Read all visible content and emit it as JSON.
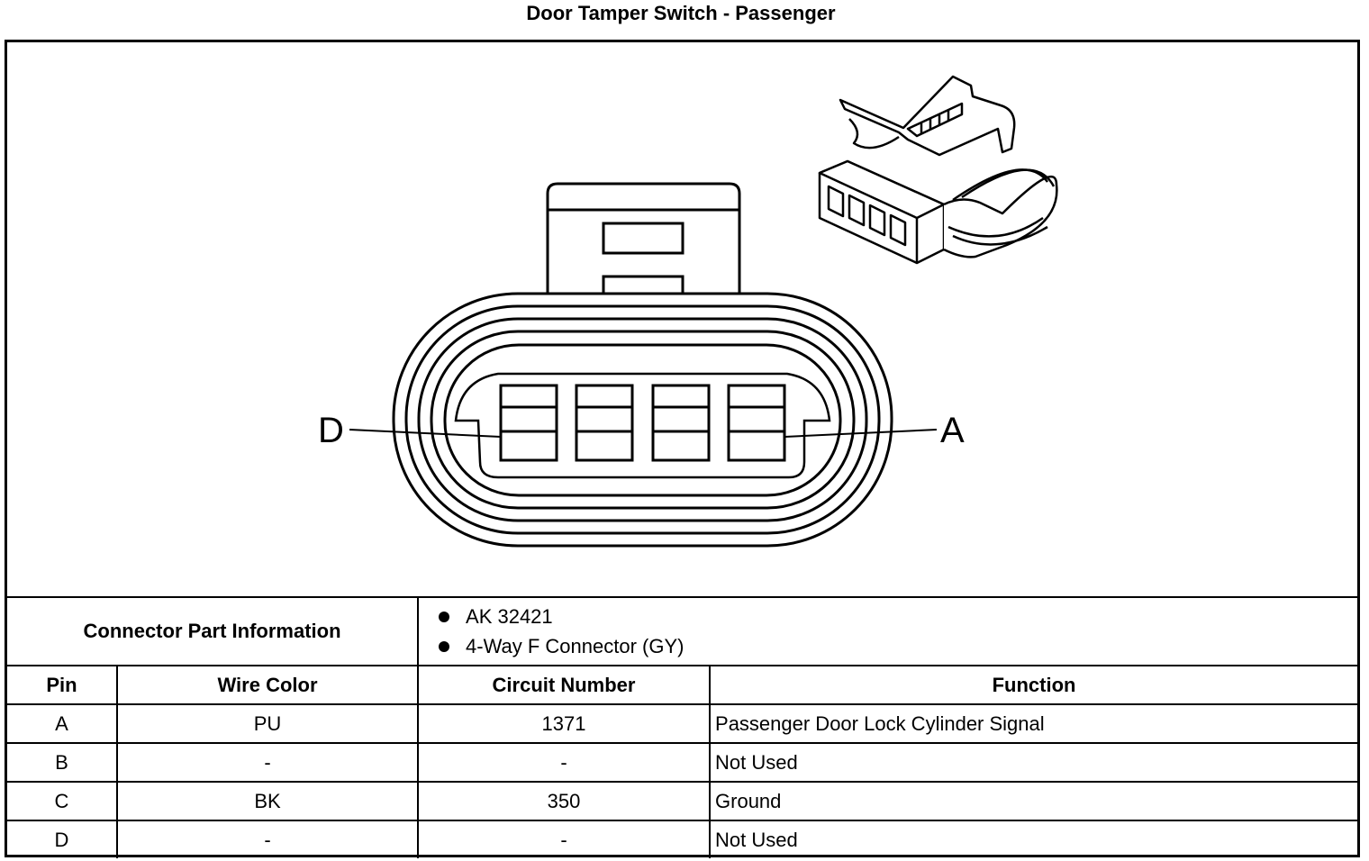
{
  "title": "Door Tamper Switch - Passenger",
  "pin_labels": {
    "left": "D",
    "right": "A"
  },
  "connector_info": {
    "label": "Connector Part Information",
    "items": [
      "AK 32421",
      "4-Way F Connector (GY)"
    ]
  },
  "table": {
    "headers": [
      "Pin",
      "Wire Color",
      "Circuit Number",
      "Function"
    ],
    "rows": [
      [
        "A",
        "PU",
        "1371",
        "Passenger Door Lock Cylinder Signal"
      ],
      [
        "B",
        "-",
        "-",
        "Not Used"
      ],
      [
        "C",
        "BK",
        "350",
        "Ground"
      ],
      [
        "D",
        "-",
        "-",
        "Not Used"
      ]
    ]
  }
}
